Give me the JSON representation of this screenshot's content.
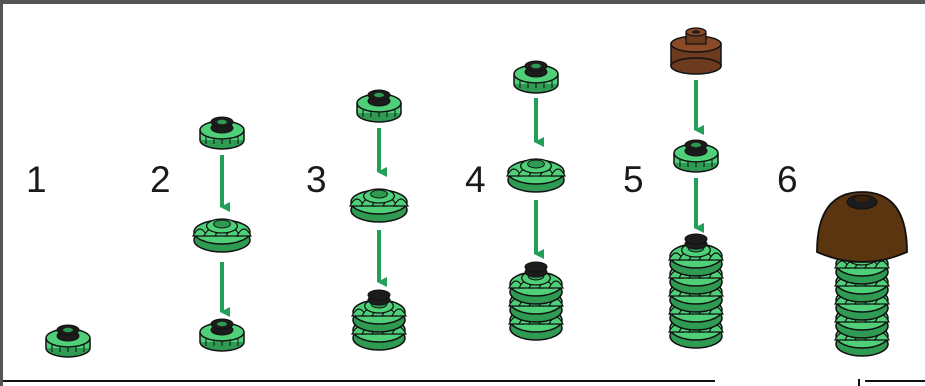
{
  "steps": [
    {
      "number": "1"
    },
    {
      "number": "2"
    },
    {
      "number": "3"
    },
    {
      "number": "4"
    },
    {
      "number": "5"
    },
    {
      "number": "6"
    }
  ],
  "colors": {
    "green_light": "#4fcf78",
    "green_dark": "#2e9a52",
    "green_arrow": "#22a05a",
    "stud_black": "#1c1c1c",
    "brown": "#6b3a1f",
    "brown_dome": "#5a3510",
    "outline": "#111111"
  }
}
